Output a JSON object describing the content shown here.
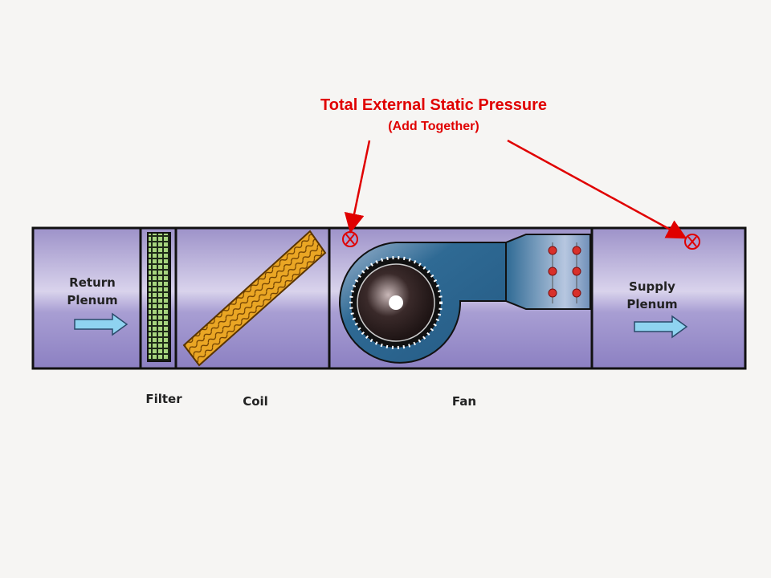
{
  "title": "Total External Static Pressure",
  "subtitle": "(Add Together)",
  "labels": {
    "return_line1": "Return",
    "return_line2": "Plenum",
    "supply_line1": "Supply",
    "supply_line2": "Plenum",
    "filter": "Filter",
    "coil": "Coil",
    "fan": "Fan"
  },
  "colors": {
    "accent": "#e00000",
    "duct": "#9a8fc8",
    "fan": "#2f6a94",
    "coil": "#e8a420",
    "filter": "#9fd07a",
    "arrow": "#8fd3f0"
  }
}
